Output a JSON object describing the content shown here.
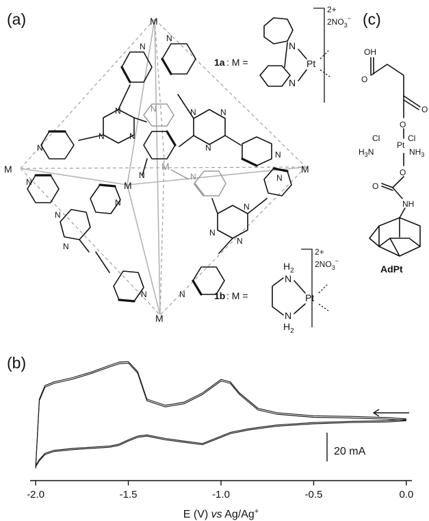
{
  "panels": {
    "a": "(a)",
    "b": "(b)",
    "c": "(c)"
  },
  "cage": {
    "metal_label": "M",
    "nitrogen_label": "N"
  },
  "complex_1a": {
    "name": "1a",
    "formula_sep": ":  M =",
    "charge": "2+",
    "counterion": "2NO",
    "counterion_sub": "3",
    "counterion_sup": "−",
    "metal": "Pt",
    "n_label": "N"
  },
  "complex_1b": {
    "name": "1b",
    "formula_sep": ":  M =",
    "charge": "2+",
    "counterion": "2NO",
    "counterion_sub": "3",
    "counterion_sup": "−",
    "metal": "Pt",
    "h2": "H",
    "h2_sub": "2",
    "n_label": "N"
  },
  "adpt": {
    "name": "AdPt",
    "oh": "OH",
    "o": "O",
    "cl": "Cl",
    "pt": "Pt",
    "h3n": "H",
    "h3n_sub": "3",
    "nh3": "NH",
    "nh3_sub": "3",
    "nh": "NH"
  },
  "chart_data": {
    "type": "line",
    "title": "",
    "xlabel_prefix": "E (V) ",
    "xlabel_italic": "vs",
    "xlabel_suffix": " Ag/Ag",
    "xlabel_sup": "+",
    "ylabel": "",
    "xlim": [
      -2.03,
      0.03
    ],
    "ylim": [
      -1.0,
      1.0
    ],
    "xticks": [
      -2.0,
      -1.5,
      -1.0,
      -0.5,
      0.0
    ],
    "xtick_labels": [
      "-2.0",
      "-1.5",
      "-1.0",
      "-0.5",
      "0.0"
    ],
    "scale_bar_label": "20 mA",
    "scan_direction": "negative",
    "series": [
      {
        "segment": "cathodic",
        "x": [
          0.0,
          -0.1,
          -0.3,
          -0.5,
          -0.7,
          -0.85,
          -0.95,
          -1.0,
          -1.05,
          -1.1,
          -1.2,
          -1.3,
          -1.4,
          -1.45,
          -1.5,
          -1.55,
          -1.6,
          -1.7,
          -1.8,
          -1.9,
          -1.95,
          -1.98,
          -2.0
        ],
        "y": [
          -0.05,
          -0.07,
          -0.08,
          -0.1,
          -0.14,
          -0.2,
          -0.26,
          -0.32,
          -0.38,
          -0.44,
          -0.4,
          -0.36,
          -0.3,
          -0.32,
          -0.38,
          -0.45,
          -0.48,
          -0.5,
          -0.52,
          -0.55,
          -0.6,
          -0.7,
          -0.8
        ]
      },
      {
        "segment": "anodic",
        "x": [
          -2.0,
          -1.98,
          -1.95,
          -1.9,
          -1.8,
          -1.7,
          -1.6,
          -1.55,
          -1.5,
          -1.45,
          -1.4,
          -1.3,
          -1.2,
          -1.1,
          -1.0,
          -0.95,
          -0.9,
          -0.8,
          -0.7,
          -0.5,
          -0.3,
          -0.1,
          0.0
        ],
        "y": [
          -0.8,
          0.3,
          0.52,
          0.58,
          0.65,
          0.74,
          0.85,
          0.9,
          0.91,
          0.75,
          0.3,
          0.2,
          0.25,
          0.4,
          0.62,
          0.58,
          0.4,
          0.15,
          0.08,
          0.03,
          0.02,
          0.0,
          -0.02
        ]
      }
    ]
  }
}
